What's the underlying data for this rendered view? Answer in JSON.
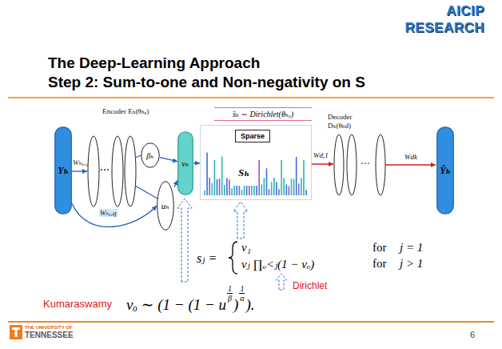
{
  "diagram": {
    "title": "The Deep-Learning Approach",
    "nodes": [
      {
        "text": [
          "Encoder Eₕ(θₕₑ)"
        ]
      },
      {
        "text": [
          "Yₕ"
        ],
        "in": 0
      },
      {
        "text": [
          "βₕ"
        ],
        "in": 0
      },
      {
        "text": [
          "uₕ"
        ],
        "in": 0
      },
      {
        "text": [
          "vₕ"
        ],
        "in": 0
      },
      {
        "text": [
          "s̄ₕ ∼ Dirichlet(θₕₑ)"
        ],
        "in": 0
      },
      {
        "text": [
          "Sₕ"
        ],
        "in": 0
      },
      {
        "text": [
          "Sparse"
        ],
        "in": 6
      },
      {
        "text": [
          "Decoder Dₕ(θₕd)"
        ]
      },
      {
        "text": [
          "Ŷₕ"
        ],
        "in": 8
      }
    ],
    "edges": [
      {
        "from": 1,
        "to": 3,
        "arrow": "to",
        "label": "Wₕₑ,q"
      },
      {
        "from": 2,
        "to": 4,
        "arrow": "to"
      },
      {
        "from": 3,
        "to": 4,
        "arrow": "to"
      },
      {
        "from": 4,
        "to": 6,
        "arrow": "to"
      }
    ],
    "labels": [
      "AICIP",
      "RESEARCH",
      "Step 2: Sum-to-one and Non-negativity on S",
      "Wₕₑ,₁",
      "⋯",
      "Wd,1",
      "⋯",
      "Wdk",
      "sⱼ =",
      "v₁",
      "for",
      "j = 1",
      "vⱼ ∏ₒ<ⱼ(1 − vₒ)",
      "for",
      "j > 1",
      "Dirichlet",
      "Kumaraswamy",
      "vₒ ∼ (1 − (1 − u",
      "1",
      "β",
      ")",
      "1",
      "α",
      ").",
      "THE UNIVERSITY OF",
      "TENNESSEE",
      "6"
    ]
  }
}
